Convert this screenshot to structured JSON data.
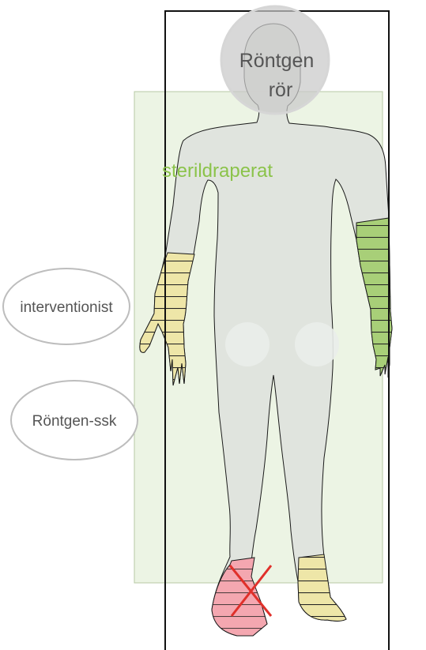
{
  "labels": {
    "tube": [
      "Röntgen",
      "rör"
    ],
    "drape": "sterildraperat",
    "interventionist": "interventionist",
    "nurse": "Röntgen-ssk"
  },
  "colors": {
    "body_fill": "#dfe3dd",
    "drape_fill": "#e9f2df",
    "drape_text": "#8bc34a",
    "tube_fill": "#c9c9c9",
    "yellow_zone": "#eee6a8",
    "green_zone": "#a8cf78",
    "red_zone": "#f4a7b0",
    "cross": "#e0302a",
    "outline": "#1a1a1a",
    "oval_stroke": "#bdbdbd",
    "label_text": "#555555"
  },
  "icons": {
    "tube": "x-ray-tube-circle",
    "forbidden": "cross-mark-icon"
  }
}
